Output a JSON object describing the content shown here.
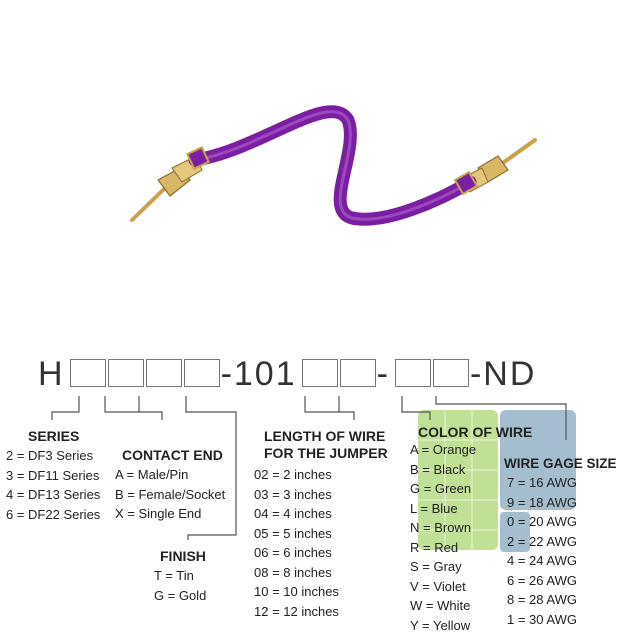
{
  "part_number": {
    "prefix": "H",
    "middle": "-101",
    "dash": "-",
    "suffix": "-ND"
  },
  "series": {
    "title": "SERIES",
    "items": [
      "2 = DF3 Series",
      "3 = DF11 Series",
      "4 = DF13 Series",
      "6 = DF22 Series"
    ]
  },
  "contact_end": {
    "title": "CONTACT END",
    "items": [
      "A = Male/Pin",
      "B = Female/Socket",
      "X = Single End"
    ]
  },
  "finish": {
    "title": "FINISH",
    "items": [
      "T = Tin",
      "G = Gold"
    ]
  },
  "length": {
    "title_line1": "LENGTH OF WIRE",
    "title_line2": "FOR THE JUMPER",
    "items": [
      "02 = 2 inches",
      "03 = 3 inches",
      "04 = 4 inches",
      "05 = 5 inches",
      "06 = 6 inches",
      "08 = 8 inches",
      "10 = 10 inches",
      "12 = 12 inches"
    ]
  },
  "color": {
    "title": "COLOR OF WIRE",
    "items": [
      "A = Orange",
      "B = Black",
      "G = Green",
      "L = Blue",
      "N = Brown",
      "R = Red",
      "S = Gray",
      "V = Violet",
      "W = White",
      "Y = Yellow"
    ]
  },
  "gage": {
    "title": "WIRE GAGE SIZE",
    "items": [
      "7 = 16 AWG",
      "9 = 18 AWG",
      "0 = 20 AWG",
      "2 = 22 AWG",
      "4 = 24 AWG",
      "6 = 26 AWG",
      "8 = 28 AWG",
      "1 = 30 AWG"
    ]
  },
  "colors": {
    "wire": "#7b1fa2",
    "logo_green": "#8cc63f",
    "logo_blue": "#5a87a8",
    "leader": "#555555"
  }
}
